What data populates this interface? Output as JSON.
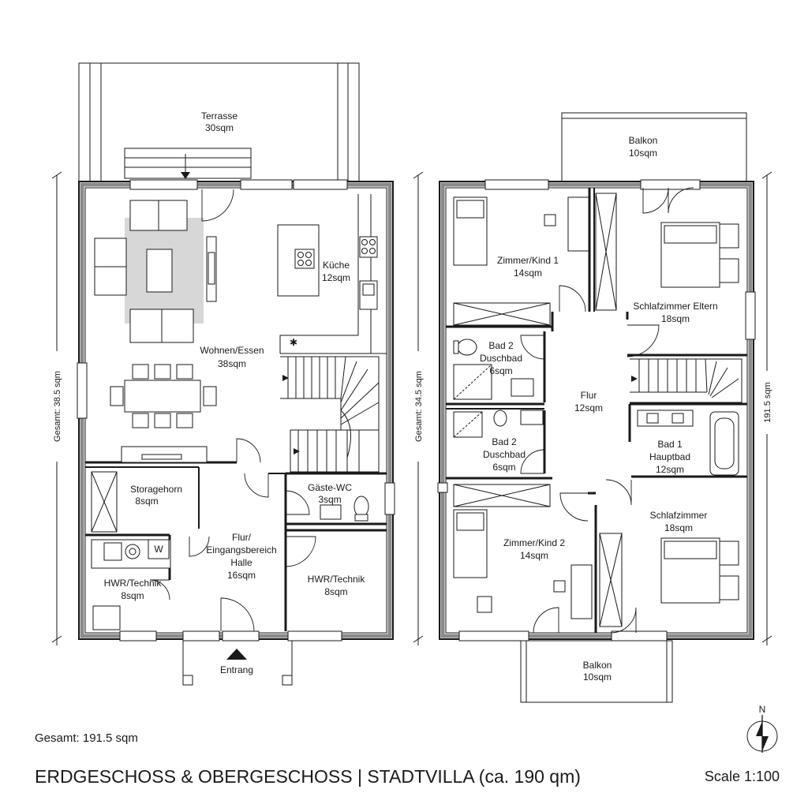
{
  "title": "ERDGESCHOSS & OBERGESCHOSS | STADTVILLA (ca. 190 qm)",
  "total": "Gesamt: 191.5 sqm",
  "scale": "Scale 1:100",
  "north": "N",
  "ground_floor": {
    "dimension_label": "Gesamt: 38.5 sqm",
    "rooms": {
      "terrasse": {
        "name": "Terrasse",
        "area": "30sqm"
      },
      "kueche": {
        "name": "Küche",
        "area": "12sqm"
      },
      "wohnen": {
        "name": "Wohnen/Essen",
        "area": "38sqm"
      },
      "storage": {
        "name": "Storagehorn",
        "area": "8sqm"
      },
      "gaeste_wc": {
        "name": "Gäste-WC",
        "area": "3sqm"
      },
      "flur": {
        "line1": "Flur/",
        "line2": "Eingangsbereich",
        "line3": "Halle",
        "area": "16sqm"
      },
      "hwr_left": {
        "name": "HWR/Technik",
        "area": "8sqm"
      },
      "hwr_right": {
        "name": "HWR/Technik",
        "area": "8sqm"
      },
      "washer_mark": "W",
      "entrance": "Entrang"
    }
  },
  "upper_floor": {
    "dimension_label_left": "Gesamt: 34.5 sqm",
    "dimension_label_right": "191.5 sqm",
    "rooms": {
      "balkon_top": {
        "name": "Balkon",
        "area": "10sqm"
      },
      "kind1": {
        "name": "Zimmer/Kind 1",
        "area": "14sqm"
      },
      "eltern": {
        "name": "Schlafzimmer Eltern",
        "area": "18sqm"
      },
      "bad2_top": {
        "line1": "Bad 2",
        "line2": "Duschbad",
        "area": "6sqm"
      },
      "flur": {
        "name": "Flur",
        "area": "12sqm"
      },
      "bad2_bottom": {
        "line1": "Bad 2",
        "line2": "Duschbad",
        "area": "6sqm"
      },
      "bad1": {
        "line1": "Bad 1",
        "line2": "Hauptbad",
        "area": "12sqm"
      },
      "kind2": {
        "name": "Zimmer/Kind 2",
        "area": "14sqm"
      },
      "schlaf": {
        "name": "Schlafzimmer",
        "area": "18sqm"
      },
      "balkon_bottom": {
        "name": "Balkon",
        "area": "10sqm"
      }
    }
  }
}
